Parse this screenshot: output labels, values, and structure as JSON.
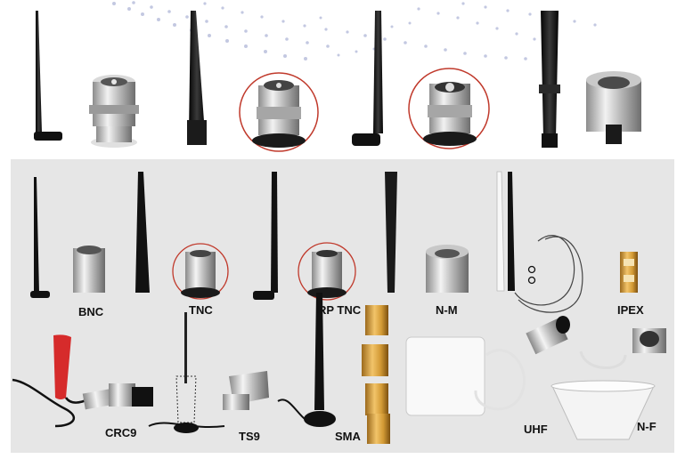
{
  "labels": {
    "bnc": "BNC",
    "tnc": "TNC",
    "rp_tnc": "RP TNC",
    "n_m": "N-M",
    "ipex": "IPEX",
    "crc9": "CRC9",
    "ts9": "TS9",
    "sma": "SMA",
    "uhf": "UHF",
    "n_f": "N-F"
  },
  "colors": {
    "panel_background": "#e6e6e6",
    "highlight_circle": "#c0392b",
    "dot_pattern": "#b9bfdc"
  }
}
